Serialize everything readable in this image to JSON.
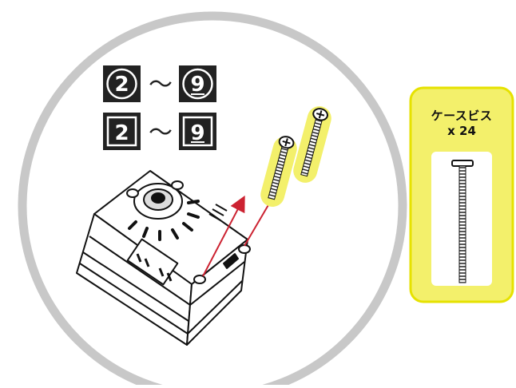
{
  "colors": {
    "highlight": "#f3f06b",
    "highlight_border": "#e6e200",
    "ring": "#c8c8c8",
    "arrow": "#cc2231",
    "badge": "#222222"
  },
  "steps": {
    "row1_start": "2",
    "row1_end": "9",
    "row2_start": "2",
    "row2_end": "9",
    "separator": "～"
  },
  "parts_card": {
    "title": "ケースビス",
    "count": "x 24"
  },
  "icons": [
    "screw-icon",
    "servo-case-icon",
    "arrow-icon"
  ]
}
